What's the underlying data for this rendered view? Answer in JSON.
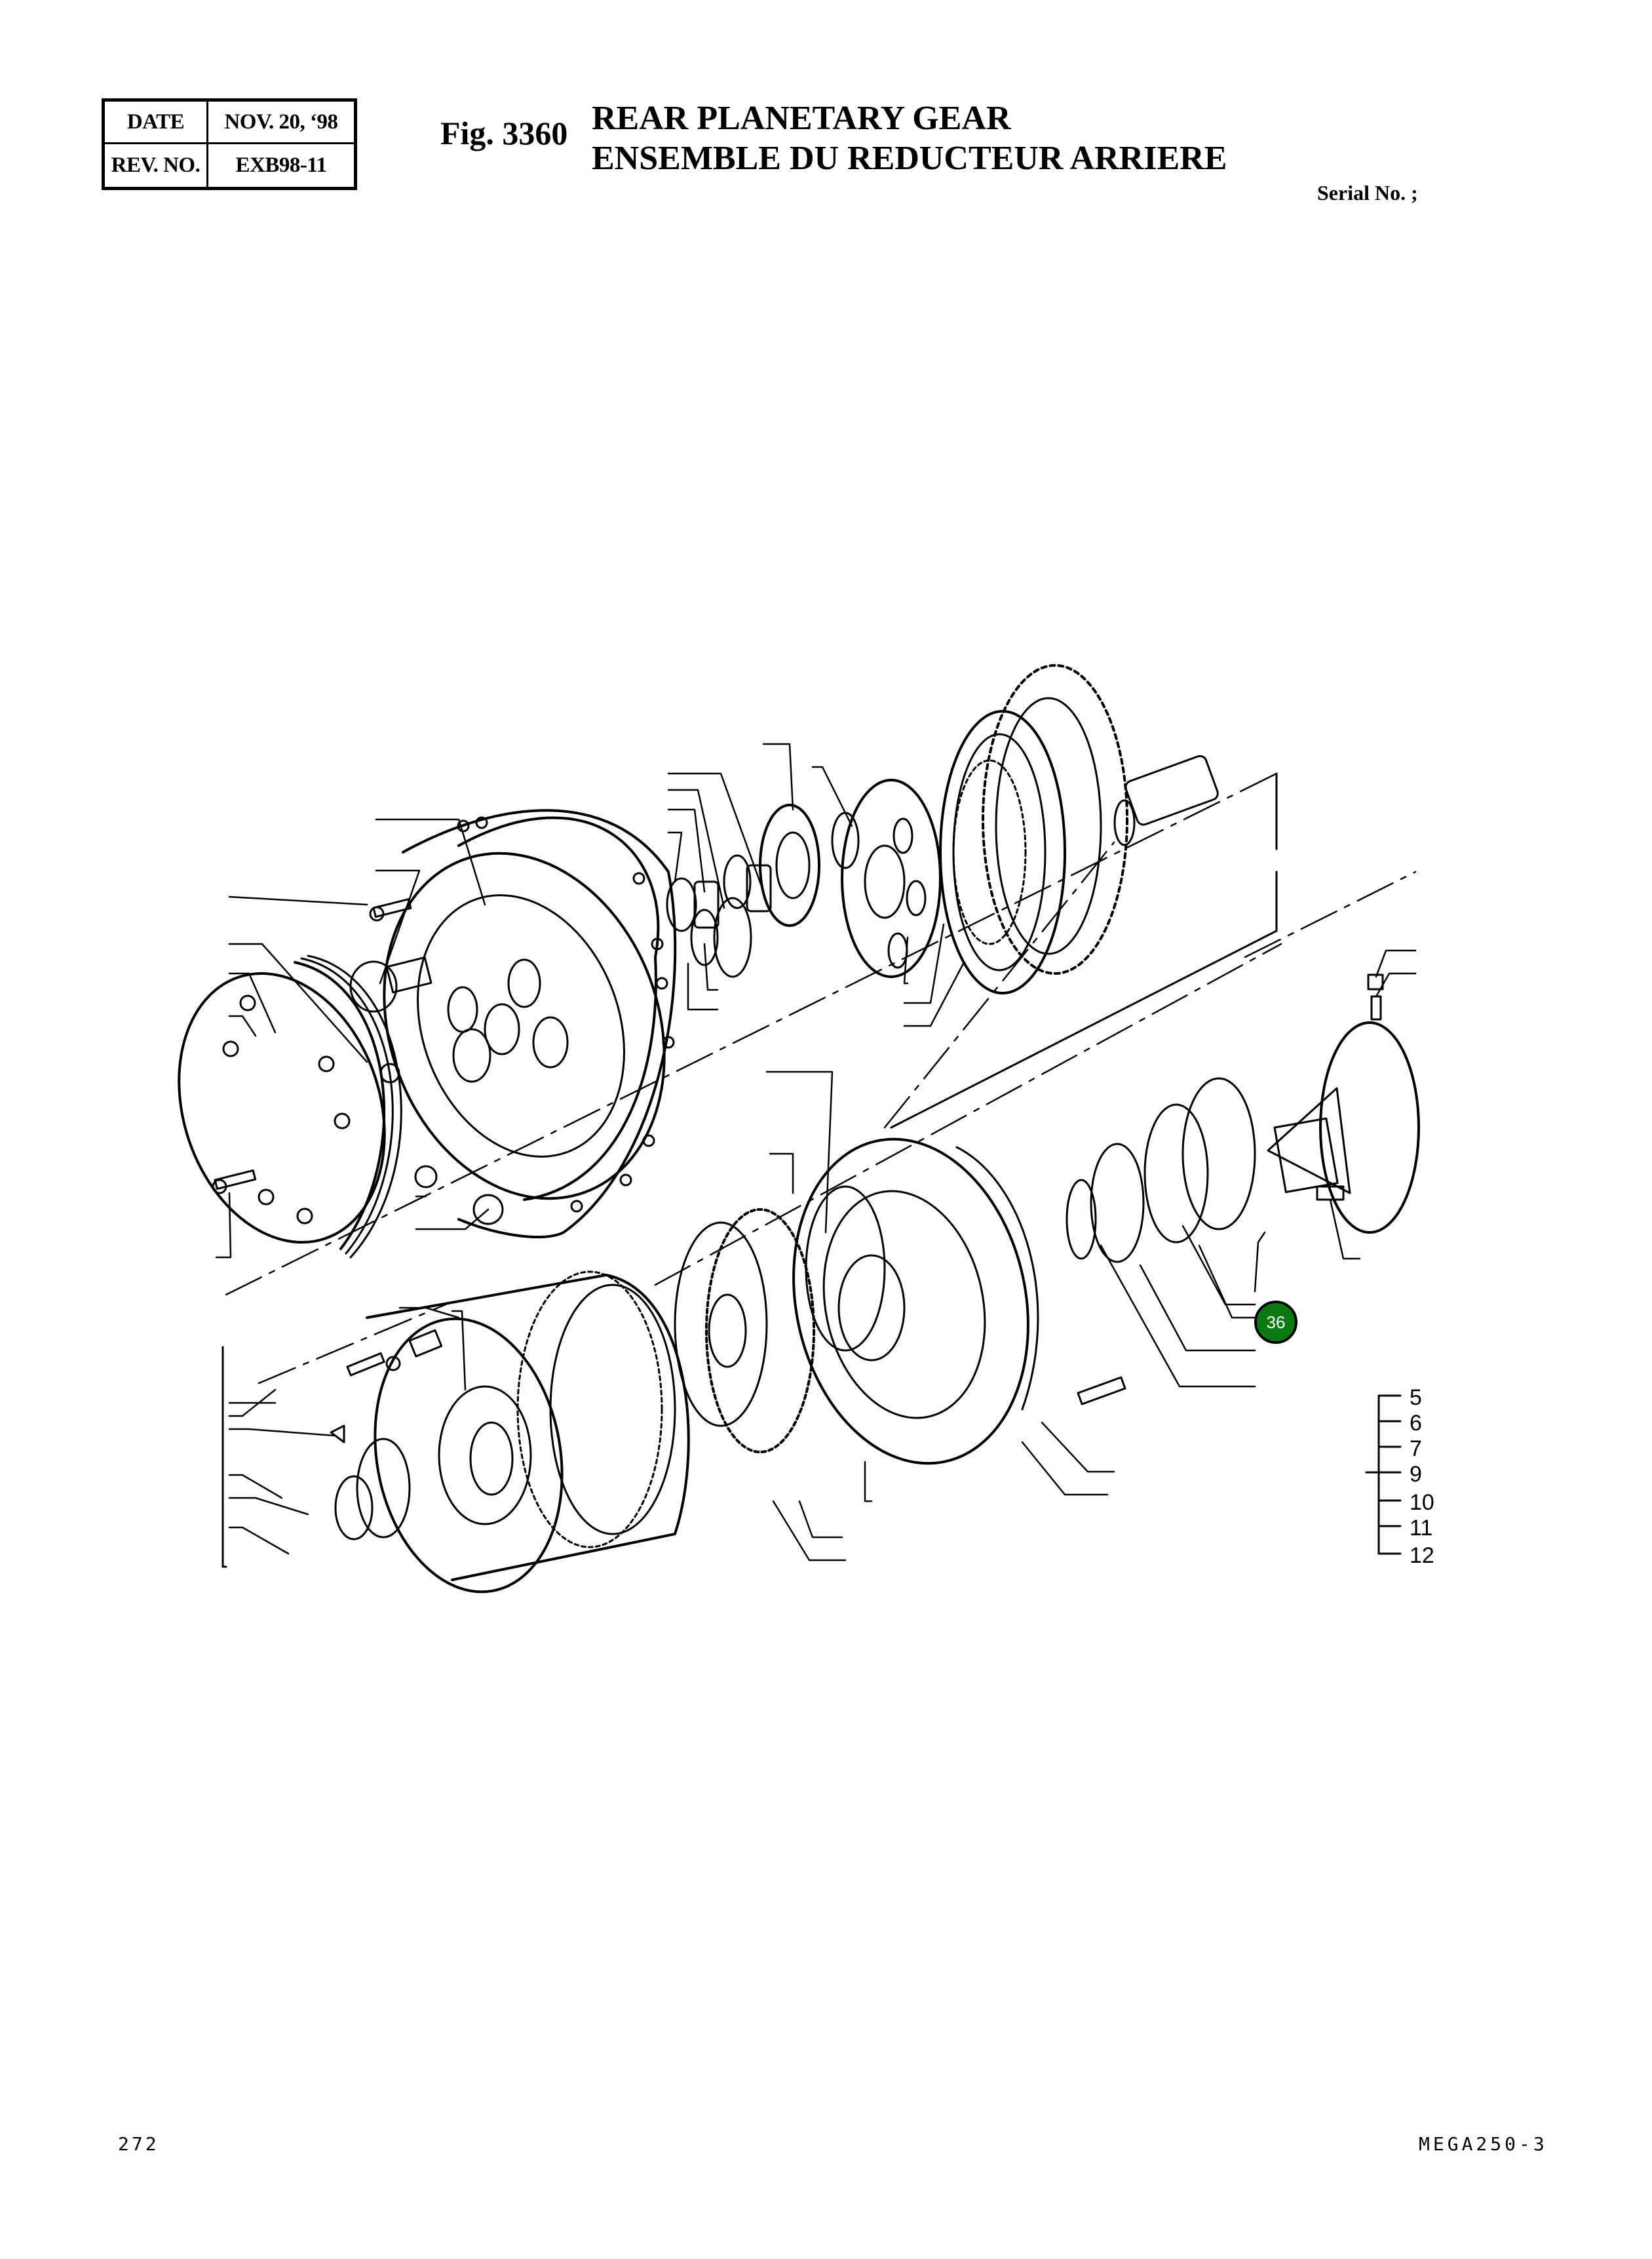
{
  "header": {
    "revision_table": {
      "date_label": "DATE",
      "date_value": "NOV. 20, ‘98",
      "rev_label": "REV. NO.",
      "rev_value": "EXB98-11"
    },
    "figure_number": "Fig. 3360",
    "title_en": "REAR PLANETARY GEAR",
    "title_fr": "ENSEMBLE DU REDUCTEUR ARRIERE",
    "serial_label": "Serial No. ;"
  },
  "diagram": {
    "type": "exploded parts view",
    "subject": "rear planetary gear assembly",
    "callout_marker": {
      "label": "36",
      "color": "#0b7a12",
      "text_color": "#ffffff"
    },
    "legend": {
      "items": [
        "5",
        "6",
        "7",
        "9",
        "10",
        "11",
        "12"
      ]
    }
  },
  "footer": {
    "page_number": "272",
    "model_code": "MEGA250-3"
  }
}
